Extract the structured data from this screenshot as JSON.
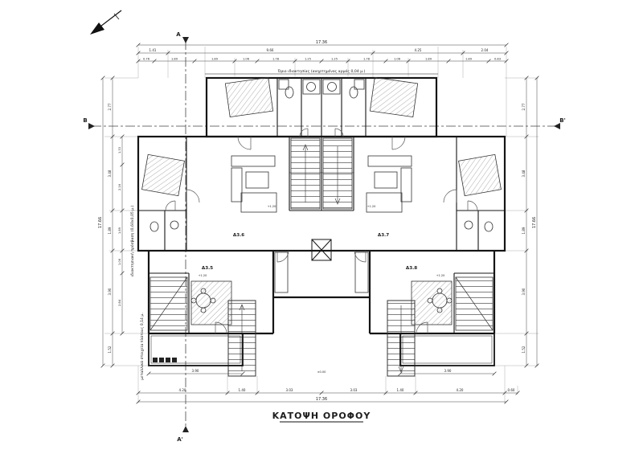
{
  "drawing": {
    "title": "ΚΑΤΟΨΗ ΟΡΟΦΟΥ",
    "boundary_note": "Όριο ιδιοκτησίας (ανηρτημένος αρμός 0,04 μ.)",
    "left_note_1": "ιδιοκτησιακή πρόσβαση (0,60x0,05 μ.)",
    "left_note_2": "μεταλλικά στοιχεία πλάτους 0,14 μ."
  },
  "sections": {
    "a_top": "A",
    "a_bottom": "A'",
    "b_left": "B",
    "b_right": "B'"
  },
  "rooms": {
    "d35": "Δ3.5",
    "d36": "Δ3.6",
    "d37": "Δ3.7",
    "d38": "Δ3.8"
  },
  "levels": {
    "tl": "+1.20",
    "tr": "+1.20",
    "bl": "+1.20",
    "br": "+1.20",
    "walk": "±0.00"
  },
  "dims": {
    "top_total": "17.36",
    "top_row2": [
      "1.41",
      "9.66",
      "4.25",
      "2.04"
    ],
    "top_row3": [
      "0.76",
      "1.89",
      "1.89",
      "1.06",
      "1.78",
      "1.25",
      "1.25",
      "1.78",
      "1.06",
      "1.89",
      "1.89",
      "0.83"
    ],
    "bottom_row": [
      "4.20",
      "1.40",
      "3.03",
      "3.03",
      "1.40",
      "4.20",
      "0.60"
    ],
    "bottom_total": "17.36",
    "bottom_left_balcony": "3.90",
    "bottom_right_balcony": "3.90",
    "left_total": "17.66",
    "left_col": [
      "2.77",
      "3.48",
      "1.89",
      "3.90",
      "1.52"
    ],
    "left_col2": [
      "1.33",
      "2.16",
      "1.89",
      "1.06",
      "2.84"
    ],
    "right_col": [
      "2.77",
      "3.48",
      "1.89",
      "3.90",
      "1.52"
    ],
    "right_total": "17.66"
  }
}
